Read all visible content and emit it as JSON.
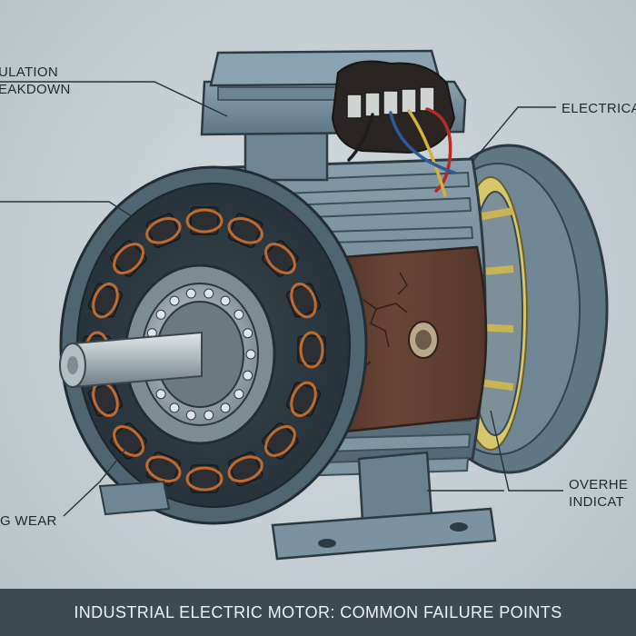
{
  "callouts": {
    "insulation": [
      "ULATION",
      "EAKDOWN"
    ],
    "electrical": "ELECTRICA",
    "winding_wear": "G WEAR",
    "overheating": [
      "OVERHE",
      "INDICAT"
    ]
  },
  "caption": "INDUSTRIAL ELECTRIC MOTOR: COMMON FAILURE POINTS",
  "colors": {
    "background": "#c9d2d6",
    "motor_body": "#6f8694",
    "motor_dark": "#3d4f59",
    "copper": "#c06a2e",
    "overheat_brown": "#5a3a2c",
    "scorch": "#2a2522",
    "caption_bar": "#3e4a52",
    "caption_text": "#eef2f4"
  }
}
